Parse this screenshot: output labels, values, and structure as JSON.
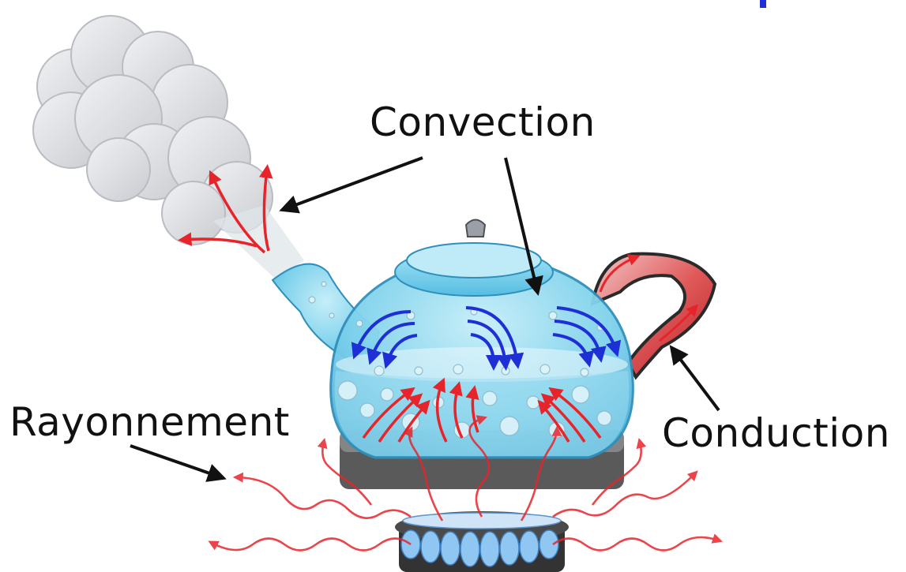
{
  "labels": {
    "convection": "Convection",
    "rayonnement": "Rayonnement",
    "conduction": "Conduction"
  },
  "colors": {
    "hot_arrow": "#e8242b",
    "cold_arrow": "#1f2fd6",
    "kettle_glass": "#6fcde9",
    "kettle_dark": "#3aa4cf",
    "steam": "#e2e3e5",
    "flame": "#8fc6f2",
    "burner": "#3b3b3b",
    "label_arrow": "#111111"
  }
}
